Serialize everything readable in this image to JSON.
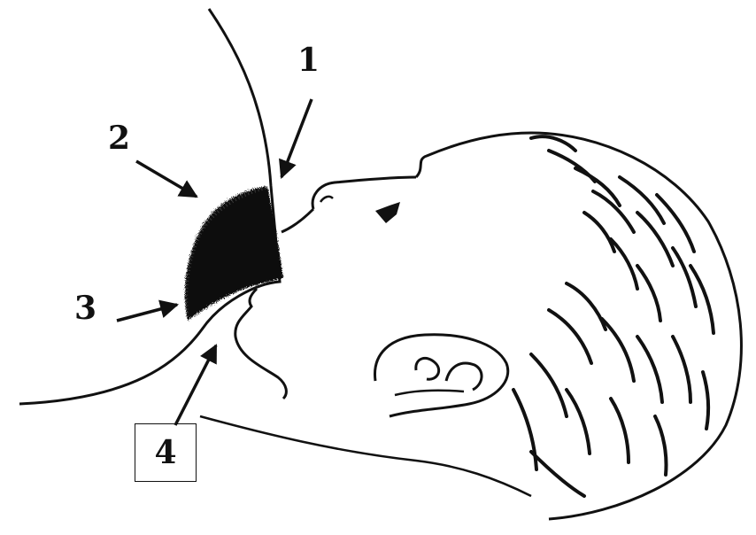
{
  "labels": {
    "one": "1",
    "two": "2",
    "three": "3",
    "four": "4"
  },
  "colors": {
    "ink": "#111111",
    "background": "#ffffff"
  }
}
